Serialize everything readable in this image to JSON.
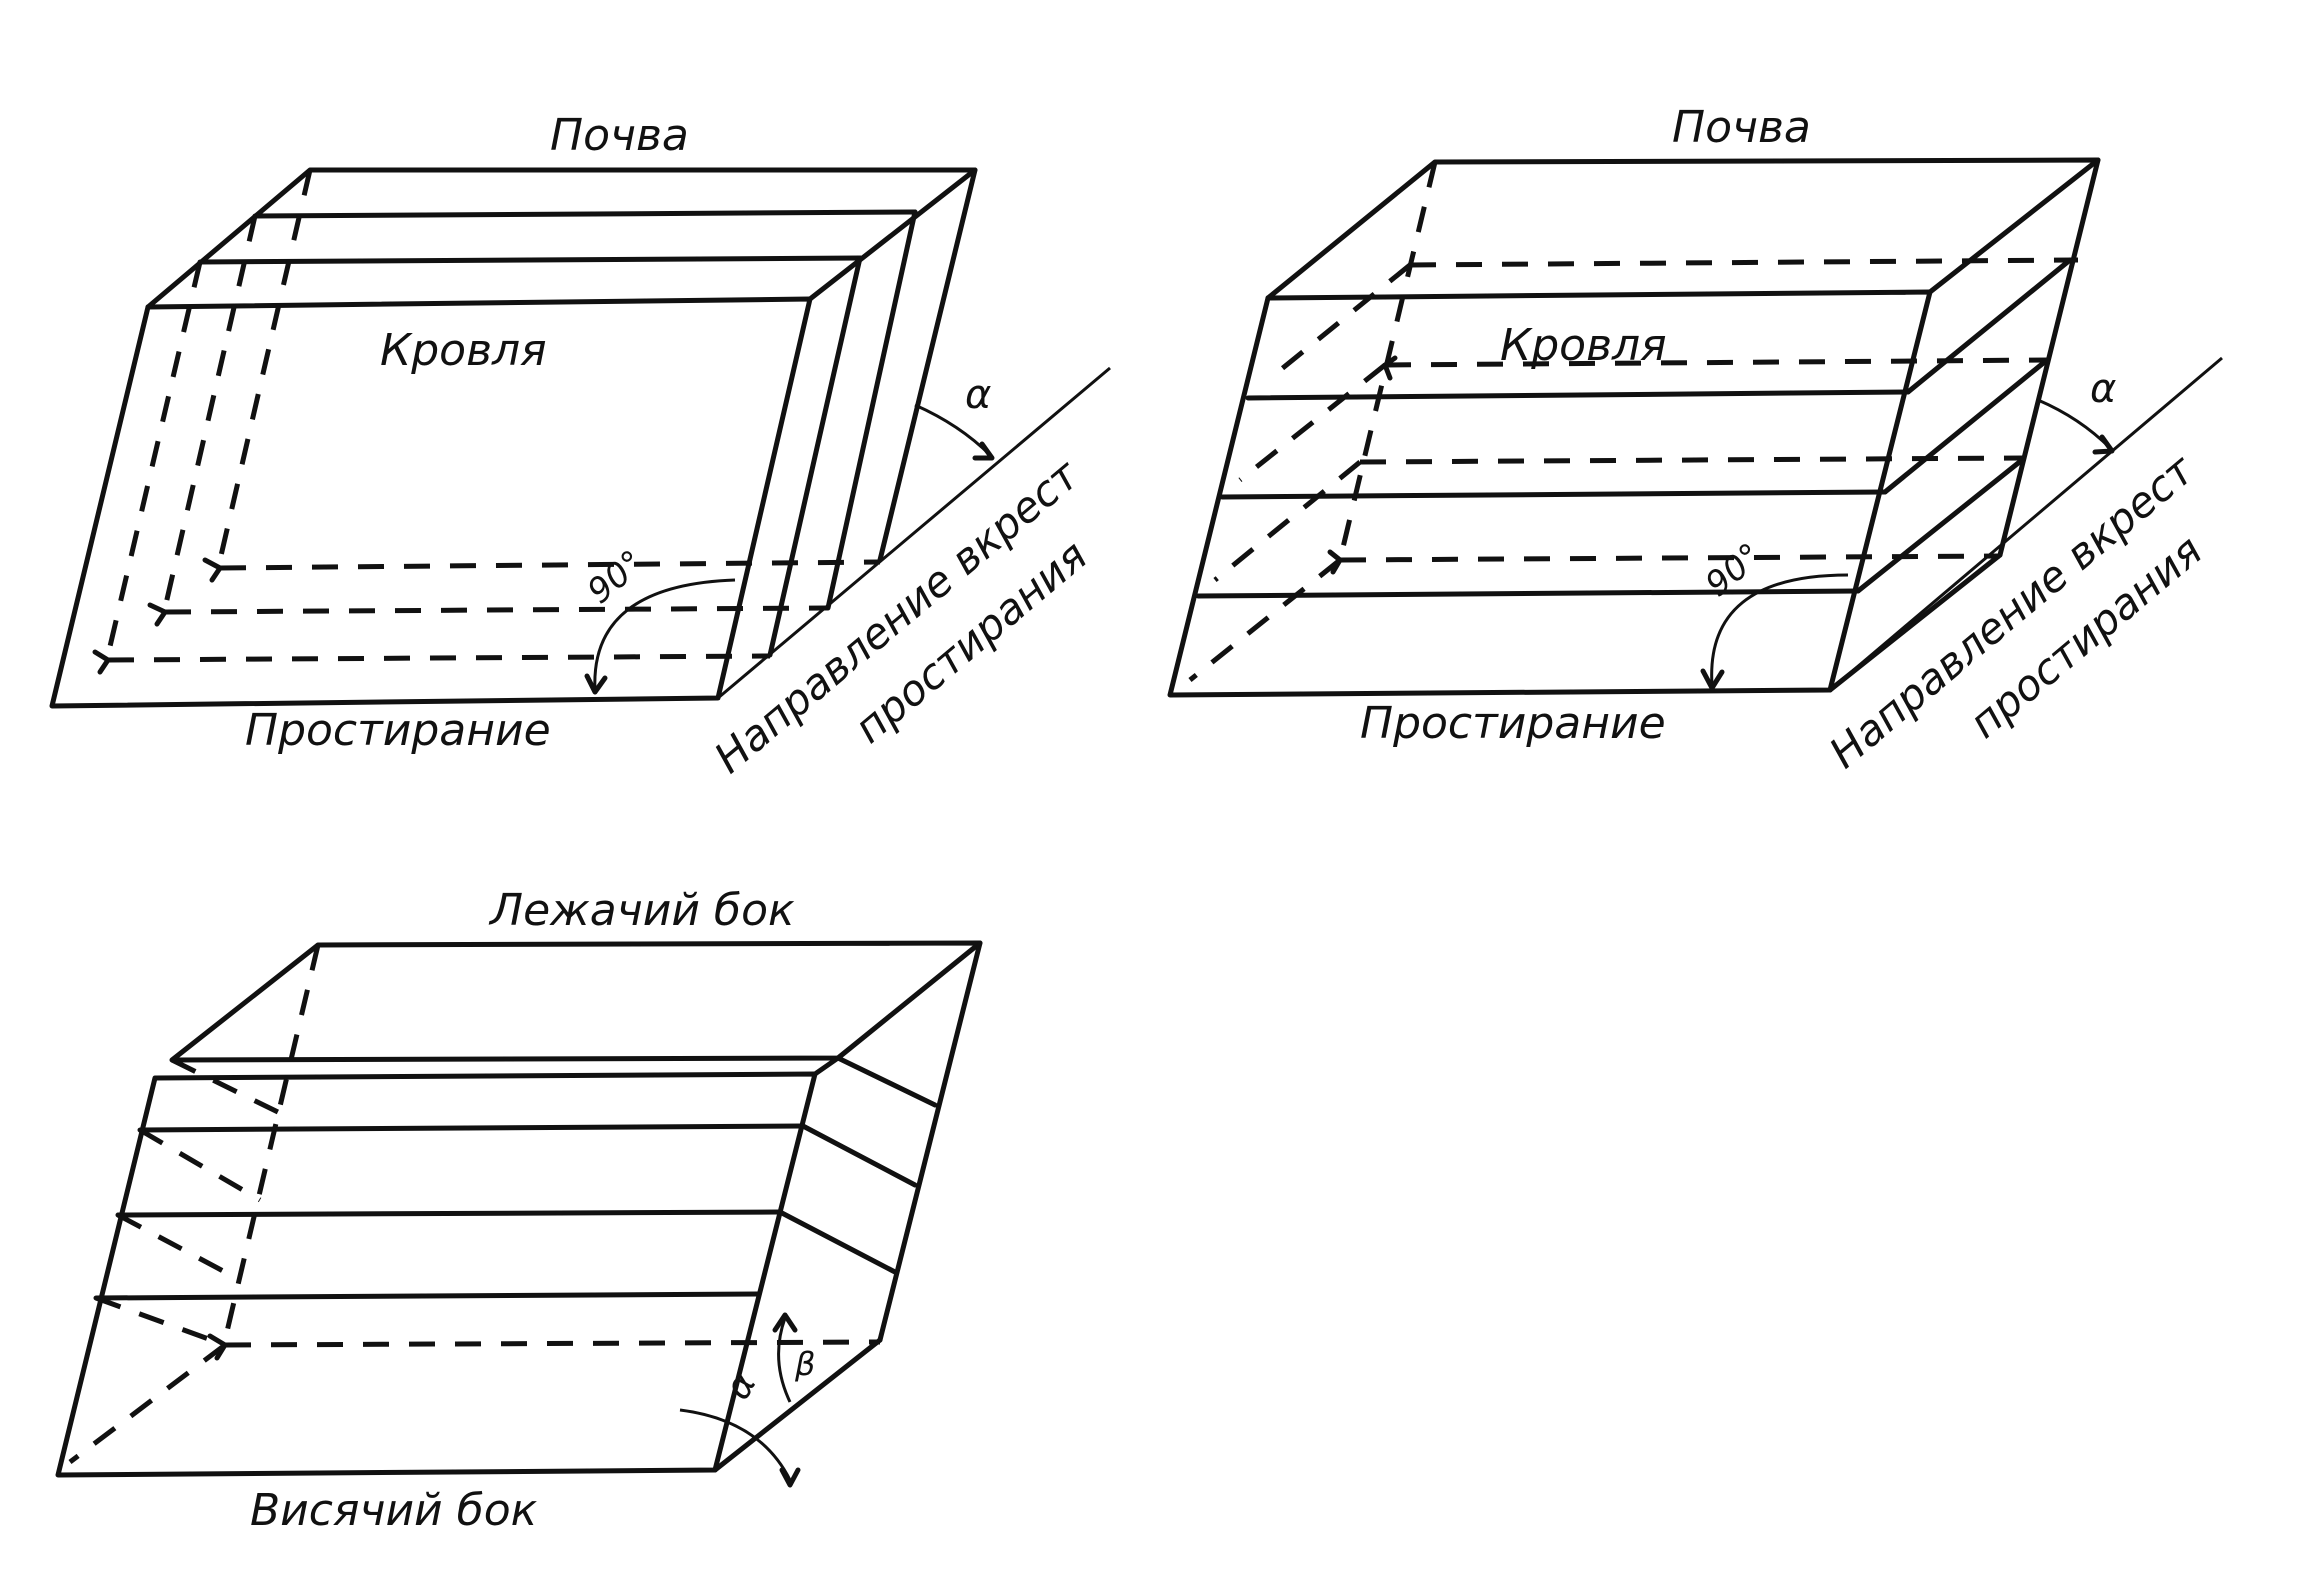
{
  "colors": {
    "ink": "#111111",
    "background": "#ffffff"
  },
  "diagram1": {
    "top_label": "Почва",
    "face_label": "Кровля",
    "bottom_label": "Простирание",
    "dip_dir_line1": "Направление вкрест",
    "dip_dir_line2": "простирания",
    "angle_alpha": "α",
    "angle_right": "90°"
  },
  "diagram2": {
    "top_label": "Почва",
    "face_label": "Кровля",
    "bottom_label": "Простирание",
    "dip_dir_line1": "Направление вкрест",
    "dip_dir_line2": "простирания",
    "angle_alpha": "α",
    "angle_right": "90°"
  },
  "diagram3": {
    "top_label": "Лежачий бок",
    "bottom_label": "Висячий бок",
    "angle_alpha": "α",
    "angle_beta": "β"
  }
}
